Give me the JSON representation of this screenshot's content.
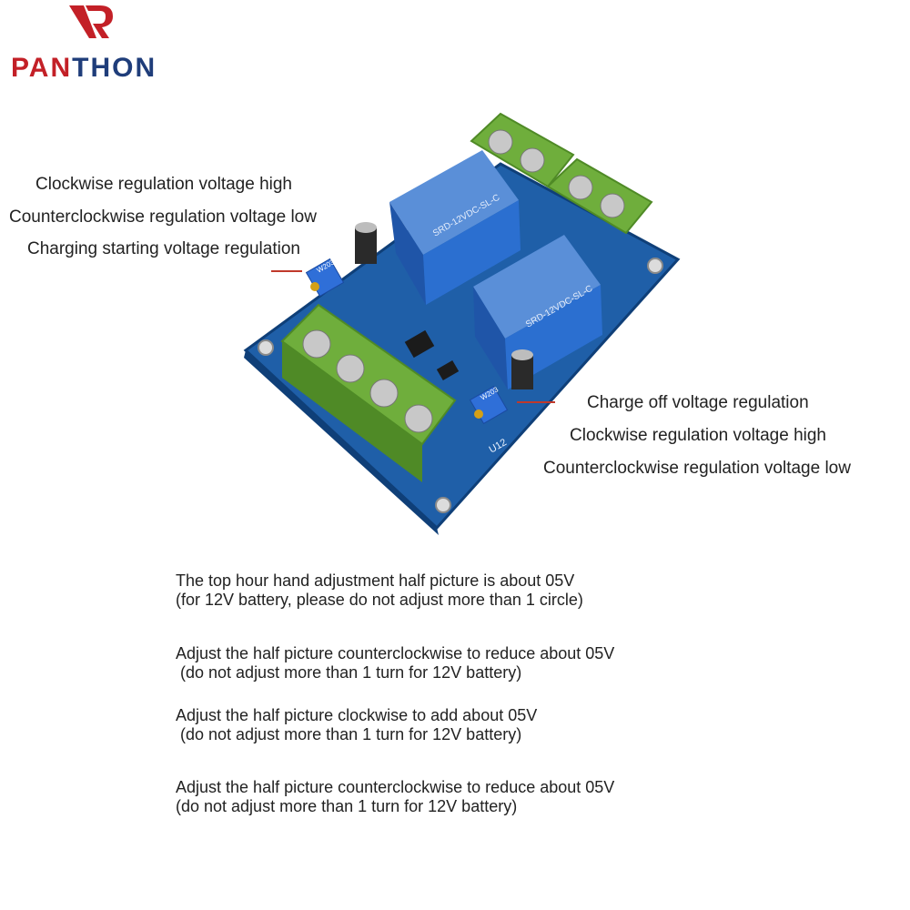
{
  "brand": {
    "name_part1": "PAN",
    "name_part2": "THON",
    "colors": {
      "red": "#c32027",
      "navy": "#1f3d7a"
    }
  },
  "labels_left": [
    "Clockwise regulation voltage high",
    "Counterclockwise regulation voltage low",
    "Charging starting voltage regulation"
  ],
  "labels_right": [
    "Charge off voltage regulation",
    "Clockwise regulation voltage high",
    "Counterclockwise regulation voltage low"
  ],
  "notes": [
    {
      "line1": "The top hour hand adjustment half picture is about 05V",
      "line2": "(for 12V battery, please do not adjust more than 1 circle)"
    },
    {
      "line1": "Adjust the half picture counterclockwise to reduce about 05V",
      "line2": " (do not adjust more than 1 turn for 12V battery)"
    },
    {
      "line1": "Adjust the half picture clockwise to add about 05V",
      "line2": " (do not adjust more than 1 turn for 12V battery)"
    },
    {
      "line1": "Adjust the half picture counterclockwise to reduce about 05V",
      "line2": "(do not adjust more than 1 turn for 12V battery)"
    }
  ],
  "board": {
    "relay_text": "SRD-12VDC-SL-C",
    "pot1_label": "W203",
    "pot2_label": "W203",
    "silk_u12": "U12",
    "colors": {
      "pcb": "#1f5fa8",
      "relay": "#2b6fd0",
      "terminal": "#6fae3c"
    }
  }
}
